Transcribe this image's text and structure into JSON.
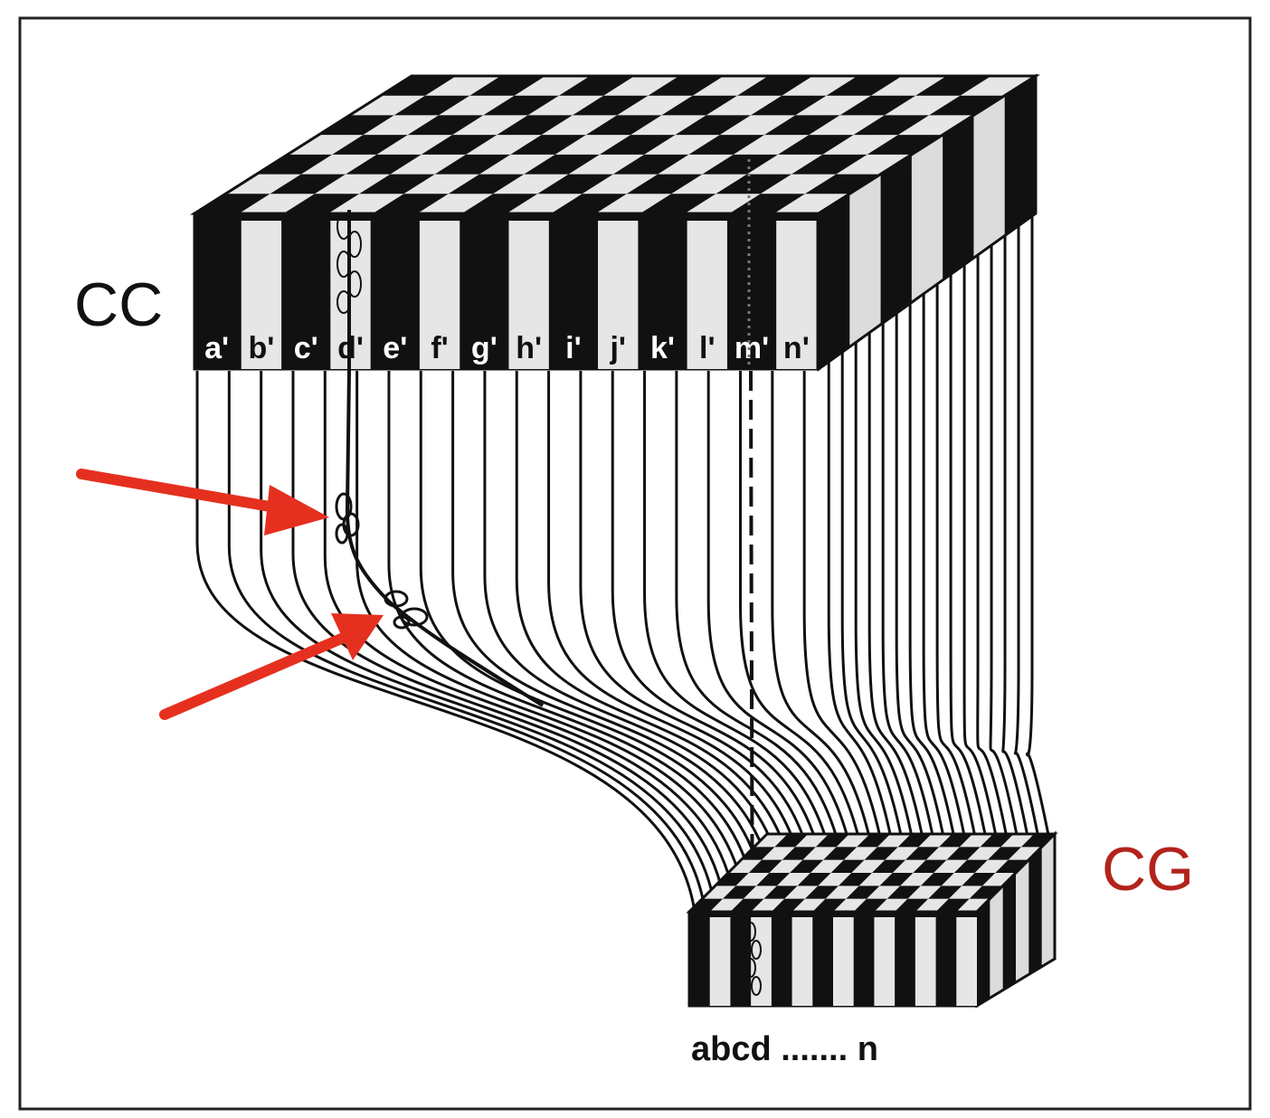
{
  "labels": {
    "cc": "CC",
    "cg": "CG",
    "bottom": "abcd ....... n"
  },
  "columns": [
    "a'",
    "b'",
    "c'",
    "d'",
    "e'",
    "f'",
    "g'",
    "h'",
    "i'",
    "j'",
    "k'",
    "l'",
    "m'",
    "n'"
  ],
  "colors": {
    "cg_label": "#b3231c",
    "arrow": "#e5301f",
    "ink": "#111111",
    "light_column": "#e6e6e6",
    "dark_column": "#111111"
  }
}
